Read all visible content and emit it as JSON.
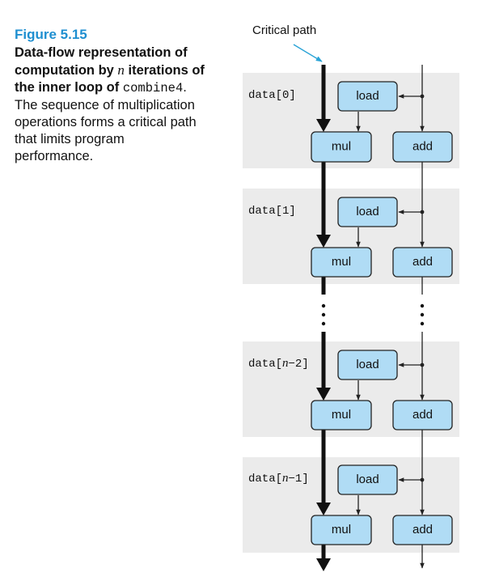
{
  "caption": {
    "figure_number": "Figure 5.15",
    "bold_part1": "Data-flow representation of computation by ",
    "bold_math": "n",
    "bold_part2": " iterations of the inner loop of ",
    "code": "combine4",
    "normal_part": ". The sequence of multiplication operations forms a critical path that limits program performance."
  },
  "diagram": {
    "critical_path_label": "Critical path",
    "iterations": [
      {
        "data_label": "data[0]",
        "load": "load",
        "mul": "mul",
        "add": "add"
      },
      {
        "data_label": "data[1]",
        "load": "load",
        "mul": "mul",
        "add": "add"
      },
      {
        "data_label": "data[n−2]",
        "load": "load",
        "mul": "mul",
        "add": "add"
      },
      {
        "data_label": "data[n−1]",
        "load": "load",
        "mul": "mul",
        "add": "add"
      }
    ],
    "colors": {
      "accent": "#1f8fd0",
      "box_fill": "#b0dcf5",
      "band": "#ebebeb"
    }
  }
}
